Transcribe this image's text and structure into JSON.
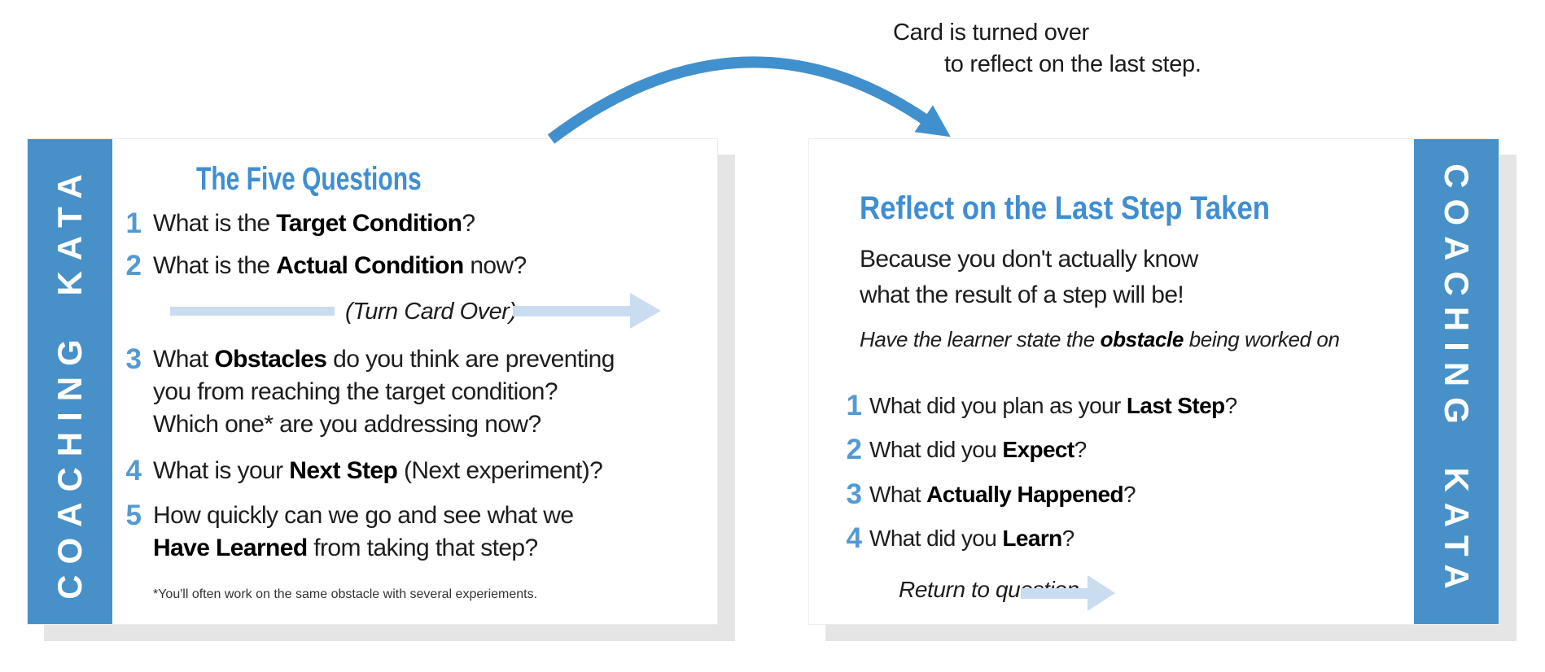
{
  "colors": {
    "band_blue": "#4791c8",
    "arrow_blue": "#4190ce",
    "heading_blue": "#3f8ed2",
    "number_blue": "#539ad2",
    "pale_blue": "#cadcf0",
    "text_dark": "#1d1d1d",
    "shadow_gray": "#e5e5e6"
  },
  "caption": {
    "line1": "Card is turned over",
    "line2": "to reflect on the last step."
  },
  "left_card": {
    "band_label": "COACHING KATA",
    "title": "The Five Questions",
    "questions": [
      {
        "num": "1",
        "segments": [
          {
            "t": "What is the "
          },
          {
            "t": "Target Condition",
            "b": true
          },
          {
            "t": "?"
          }
        ]
      },
      {
        "num": "2",
        "segments": [
          {
            "t": "What is the "
          },
          {
            "t": "Actual Condition",
            "b": true
          },
          {
            "t": " now?"
          }
        ]
      },
      {
        "num": "3",
        "segments": [
          {
            "t": "What "
          },
          {
            "t": "Obstacles",
            "b": true
          },
          {
            "t": " do you think are preventing\nyou from reaching the target condition?\nWhich one* are you addressing now?"
          }
        ]
      },
      {
        "num": "4",
        "segments": [
          {
            "t": "What is your "
          },
          {
            "t": "Next Step",
            "b": true
          },
          {
            "t": " (Next experiment)?"
          }
        ]
      },
      {
        "num": "5",
        "segments": [
          {
            "t": "How quickly can we go and see what we\n"
          },
          {
            "t": "Have Learned",
            "b": true
          },
          {
            "t": " from taking that step?"
          }
        ]
      }
    ],
    "turn_card_over": "(Turn Card Over)",
    "footnote": "*You'll often work on the same obstacle with several experiements."
  },
  "right_card": {
    "band_label": "COACHING KATA",
    "title": "Reflect on the Last Step Taken",
    "intro_line1": "Because you don't actually know",
    "intro_line2": "what the result of a step will be!",
    "instruction_segments": [
      {
        "t": "Have the learner state the ",
        "i": true
      },
      {
        "t": "obstacle",
        "b": true,
        "i": true
      },
      {
        "t": " being worked on",
        "i": true
      }
    ],
    "questions": [
      {
        "num": "1",
        "segments": [
          {
            "t": "What did you plan as your "
          },
          {
            "t": "Last Step",
            "b": true
          },
          {
            "t": "?"
          }
        ]
      },
      {
        "num": "2",
        "segments": [
          {
            "t": "What did you "
          },
          {
            "t": "Expect",
            "b": true
          },
          {
            "t": "?"
          }
        ]
      },
      {
        "num": "3",
        "segments": [
          {
            "t": "What "
          },
          {
            "t": "Actually Happened",
            "b": true
          },
          {
            "t": "?"
          }
        ]
      },
      {
        "num": "4",
        "segments": [
          {
            "t": "What did you "
          },
          {
            "t": "Learn",
            "b": true
          },
          {
            "t": "?"
          }
        ]
      }
    ],
    "return_note": "Return to question 3"
  }
}
